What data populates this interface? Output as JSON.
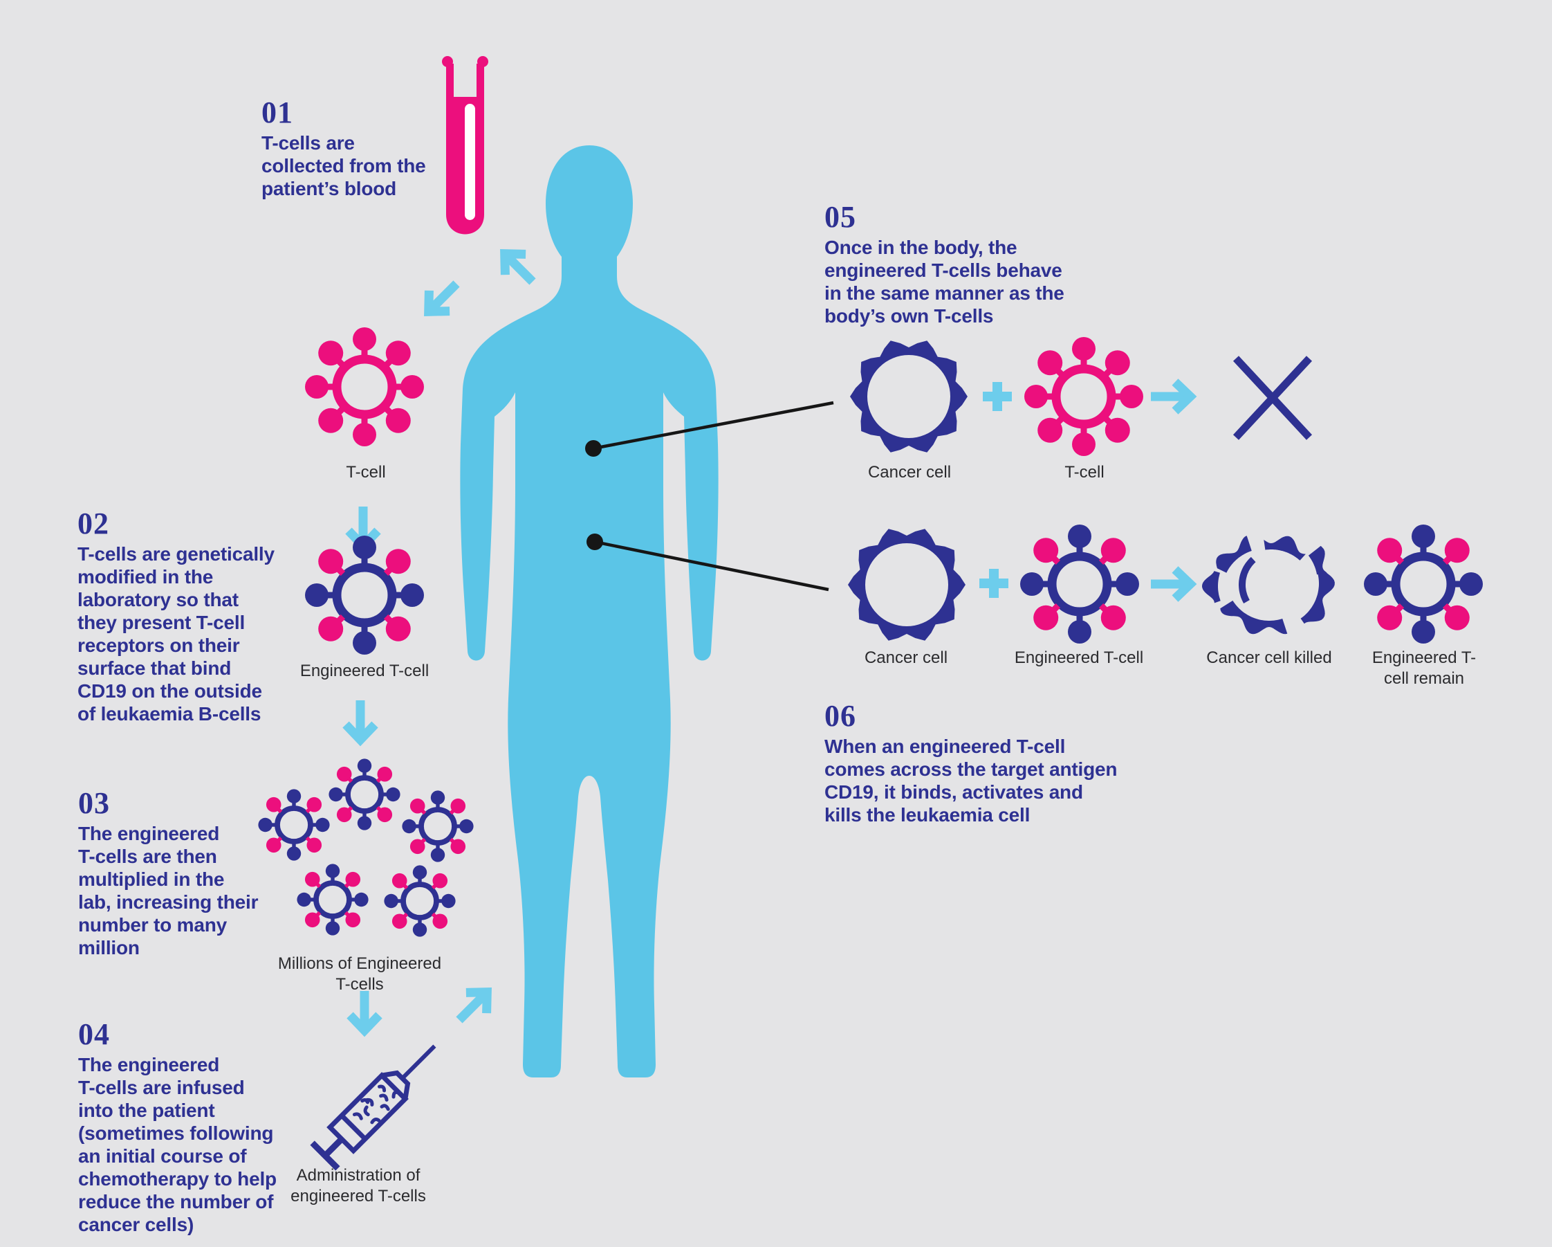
{
  "title": "CAR T-cell therapy process infographic",
  "steps": [
    {
      "num": "01",
      "text": "T-cells are\ncollected from the\npatient’s blood"
    },
    {
      "num": "02",
      "text": "T-cells are genetically\nmodified in the\nlaboratory so that\nthey present T-cell\nreceptors on their\nsurface that bind\nCD19 on the outside\nof leukaemia B-cells"
    },
    {
      "num": "03",
      "text": "The engineered\nT-cells are then\nmultiplied in the\nlab, increasing their\nnumber to many\nmillion"
    },
    {
      "num": "04",
      "text": "The engineered\nT-cells are infused\ninto the patient\n(sometimes following\nan initial course of\nchemotherapy to help\nreduce the number of\ncancer cells)"
    },
    {
      "num": "05",
      "text": "Once in the body, the\nengineered T-cells behave\nin the same manner as the\nbody’s own T-cells"
    },
    {
      "num": "06",
      "text": "When an engineered T-cell\ncomes across the target antigen\nCD19, it binds, activates and\nkills the leukaemia cell"
    }
  ],
  "labels": {
    "t_cell": "T-cell",
    "engineered_t_cell": "Engineered T-cell",
    "millions": "Millions of Engineered\nT-cells",
    "administration": "Administration of\nengineered T-cells",
    "row1_cancer_cell": "Cancer cell",
    "row1_t_cell": "T-cell",
    "row2_cancer_cell": "Cancer cell",
    "row2_engineered_t_cell": "Engineered T-cell",
    "row2_cancer_cell_killed": "Cancer cell killed",
    "row2_engineered_t_cell_remain": "Engineered T-cell remain"
  },
  "icons": {
    "test_tube": "test-tube-icon",
    "t_cell": "t-cell-icon",
    "engineered_t_cell": "engineered-t-cell-icon",
    "millions_cluster": "millions-cluster-icon",
    "syringe": "syringe-icon",
    "body": "human-body-silhouette",
    "cancer_cell": "cancer-cell-icon",
    "cancer_cell_killed": "cancer-cell-killed-icon",
    "x_mark": "x-mark-icon",
    "plus": "plus-icon",
    "arrows": [
      "arrow-nw-icon",
      "arrow-sw-icon",
      "arrow-down-icon",
      "arrow-ne-icon",
      "arrow-right-icon"
    ]
  },
  "colors": {
    "background": "#e4e4e6",
    "indigo": "#2e3192",
    "pink": "#ec0f7d",
    "body_blue": "#5bc5e7",
    "arrow_blue": "#6dcdec",
    "caption_text": "#2b2b2e",
    "callout_black": "#161616",
    "white": "#ffffff"
  }
}
